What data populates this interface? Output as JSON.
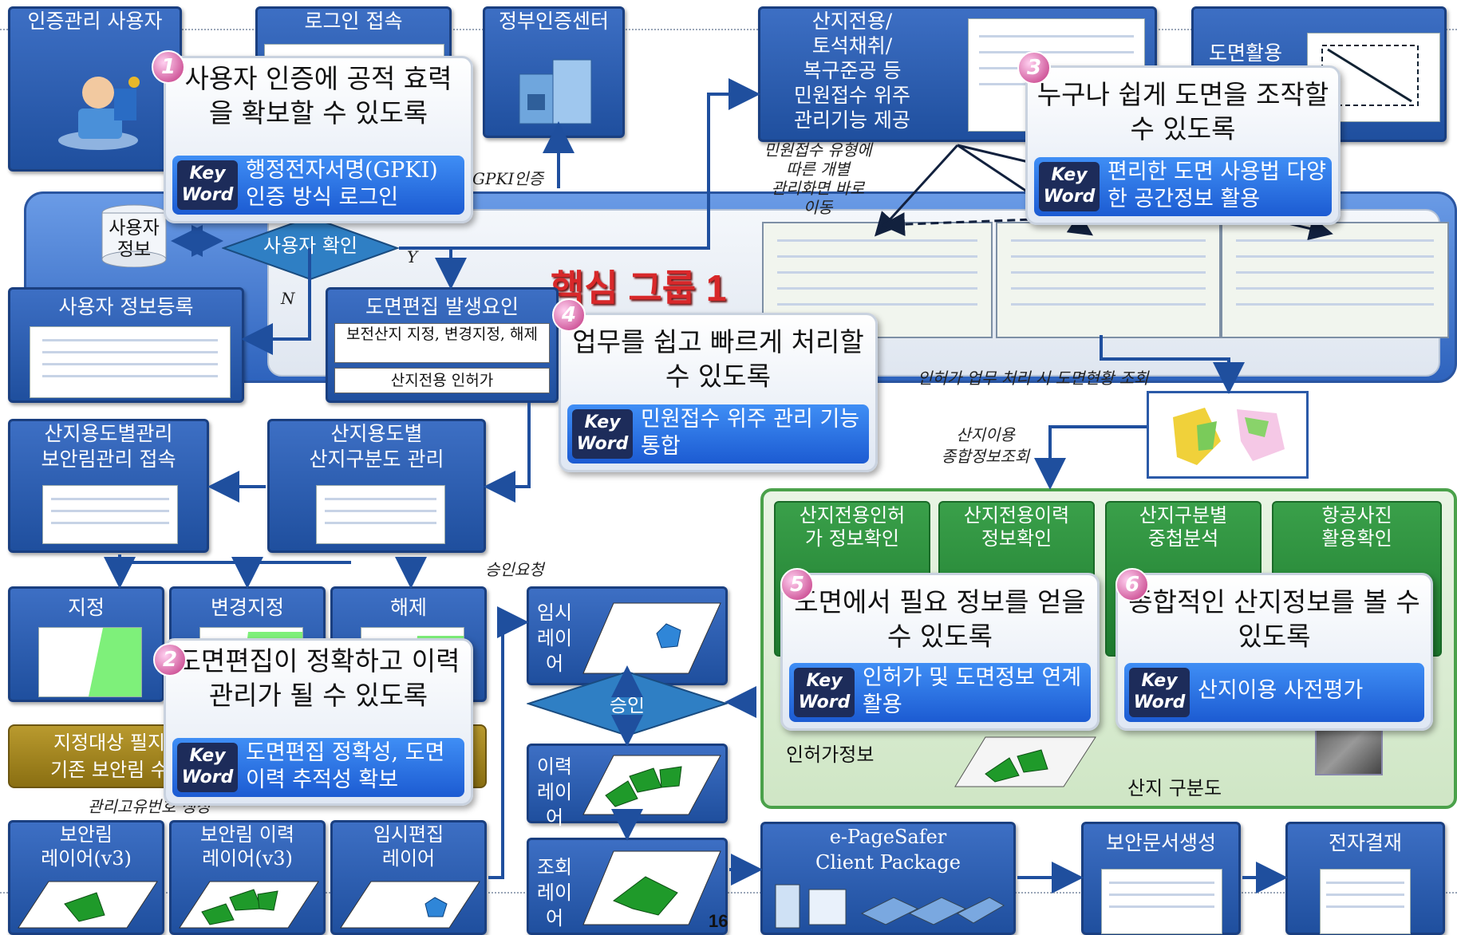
{
  "page_number": "16",
  "core_title": "핵심 그룹 1",
  "top": {
    "auth_user": "인증관리 사용자",
    "login": "로그인 접속",
    "gov_cert": "정부인증센터",
    "civil_lines": [
      "산지전용/",
      "토석채취/",
      "복구준공 등",
      "민원접수 위주",
      "관리기능 제공"
    ],
    "drawing": "도면활용"
  },
  "flow": {
    "user_info_lines": [
      "사용자",
      "정보"
    ],
    "user_confirm": "사용자 확인",
    "yes": "Y",
    "no": "N",
    "gpki": "GPKI인증",
    "user_register": "사용자 정보등록",
    "edit_cause_title": "도면편집 발생요인",
    "edit_cause_1": "보전산지 지정, 변경지정, 해제",
    "edit_cause_2": "산지전용 인허가",
    "mng_screen_lines": [
      "민원접수 유형에",
      "따른 개별",
      "관리화면 바로",
      "이동"
    ],
    "permit_query": "인허가 업무 처리 시 도면현황 조회",
    "total_query_lines": [
      "산지이용",
      "종합정보조회"
    ],
    "mgmt_access_lines": [
      "산지용도별관리",
      "보안림관리 접속"
    ],
    "mgmt_map_lines": [
      "산지용도별",
      "산지구분도 관리"
    ],
    "approval_request": "승인요청",
    "designation": "지정",
    "change_designation": "변경지정",
    "release": "해제",
    "target_lines": [
      "지정대상 필지",
      "기존 보안림 수"
    ],
    "mgmt_unique": "관리고유번호 생성",
    "layer_v3_lines": [
      "보안림",
      "레이어(v3)"
    ],
    "layer_hist_lines": [
      "보안림 이력",
      "레이어(v3)"
    ],
    "temp_edit_lines": [
      "임시편집",
      "레이어"
    ],
    "temp_layer_lines": [
      "임시",
      "레이어"
    ],
    "approve": "승인",
    "hist_layer_lines": [
      "이력",
      "레이어"
    ],
    "query_layer_lines": [
      "조회",
      "레이어"
    ],
    "epagesafer_lines": [
      "e-PageSafer",
      "Client Package"
    ],
    "security_doc": "보안문서생성",
    "e_approval": "전자결재"
  },
  "green": {
    "c1_lines": [
      "산지전용인허",
      "가 정보확인"
    ],
    "c2_lines": [
      "산지전용이력",
      "정보확인"
    ],
    "c3_lines": [
      "산지구분별",
      "중첩분석"
    ],
    "c4_lines": [
      "항공사진",
      "활용확인"
    ],
    "permit_info": "인허가정보",
    "forest_map": "산지 구분도"
  },
  "callouts": [
    {
      "num": "1",
      "text": "사용자 인증에 공적 효력을 확보할 수 있도록",
      "keyword": "행정전자서명(GPKI) 인증 방식 로그인"
    },
    {
      "num": "2",
      "text": "도면편집이 정확하고 이력관리가 될 수 있도록",
      "keyword": "도면편집 정확성, 도면이력 추적성 확보"
    },
    {
      "num": "3",
      "text": "누구나 쉽게 도면을 조작할 수 있도록",
      "keyword": "편리한 도면 사용법 다양한 공간정보 활용"
    },
    {
      "num": "4",
      "text": "업무를 쉽고 빠르게 처리할 수 있도록",
      "keyword": "민원접수 위주 관리 기능통합"
    },
    {
      "num": "5",
      "text": "도면에서 필요 정보를 얻을 수 있도록",
      "keyword": "인허가 및 도면정보 연계활용"
    },
    {
      "num": "6",
      "text": "종합적인 산지정보를 볼 수 있도록",
      "keyword": "산지이용 사전평가"
    }
  ],
  "keyword_badge_lines": [
    "Key",
    "Word"
  ],
  "colors": {
    "box_blue": "#2a5cb0",
    "callout_key": "#2b74e8",
    "green_panel": "#3aa04a",
    "core_red": "#d8282a"
  }
}
